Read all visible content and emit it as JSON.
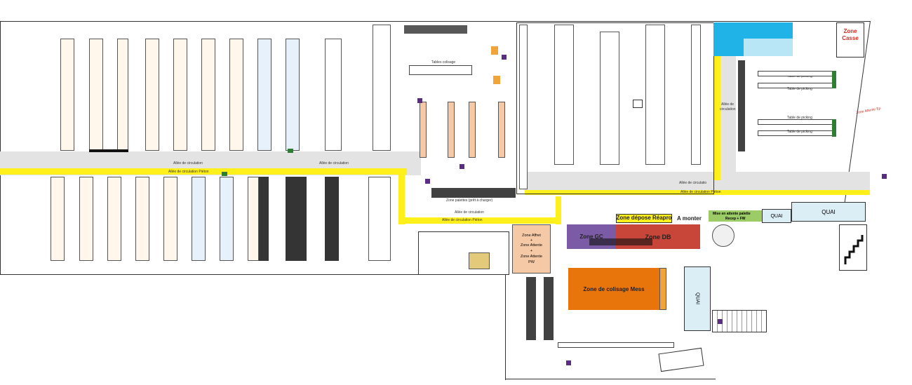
{
  "labels": {
    "allee_circulation": "Allée de circulation",
    "allee_circulation_short": "Allée de circulatio",
    "allee_pieton": "Allée de circulation Piéton",
    "allee_conduite_1": "Allée de",
    "allee_conduite_2": "circulation",
    "tables_colisage": "Tables colisage",
    "table_picking": "Table de picking",
    "zone_casse_1": "Zone",
    "zone_casse_2": "Casse",
    "zone_attente_ep": "Zone Attente Ep",
    "zone_depose_reapro": "Zone dépose Réapro",
    "a_monter": "A monter",
    "zone_db": "Zone DB",
    "zone_gc": "Zone GC",
    "zone_colisage_mess": "Zone de colisage Mess",
    "zone_affret": "Zone Affret",
    "plus": "+",
    "zone_attente": "Zone Attente",
    "zone_attente_pw_1": "Zone Attente",
    "zone_attente_pw_2": "PW",
    "mise_attente_1": "Mise en attente palette",
    "mise_attente_2": "Recep + FW",
    "quai": "QUAI",
    "quai_v": "QUAI",
    "zone_palette": "Zone palettes (prêt à charger)"
  },
  "colors": {
    "aisle_yellow": "#ffef1a",
    "aisle_grey": "#e3e3e3",
    "zone_orange": "#e8740c",
    "zone_red": "#c8453a",
    "zone_purple": "#7b5aa6",
    "zone_peach": "#f5c9a6",
    "quai_blue": "#dbeef6",
    "cyan": "#1fb3e8",
    "green_zone": "#9ccc65"
  }
}
